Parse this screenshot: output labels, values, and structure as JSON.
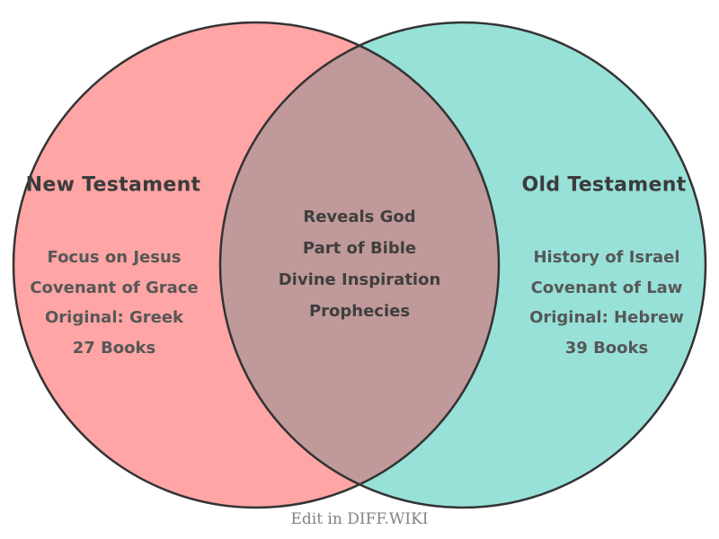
{
  "venn": {
    "left": {
      "title": "New Testament",
      "items": [
        "Focus on Jesus",
        "Covenant of Grace",
        "Original: Greek",
        "27 Books"
      ],
      "color": "#FFA5A5"
    },
    "right": {
      "title": "Old Testament",
      "items": [
        "History of Israel",
        "Covenant of Law",
        "Original: Hebrew",
        "39 Books"
      ],
      "color": "#98E1D9"
    },
    "intersection": {
      "items": [
        "Reveals God",
        "Part of Bible",
        "Divine Inspiration",
        "Prophecies"
      ],
      "color": "#C0999A"
    },
    "outline_color": "#333333"
  },
  "footer": {
    "caption": "Edit in DIFF.WIKI"
  }
}
